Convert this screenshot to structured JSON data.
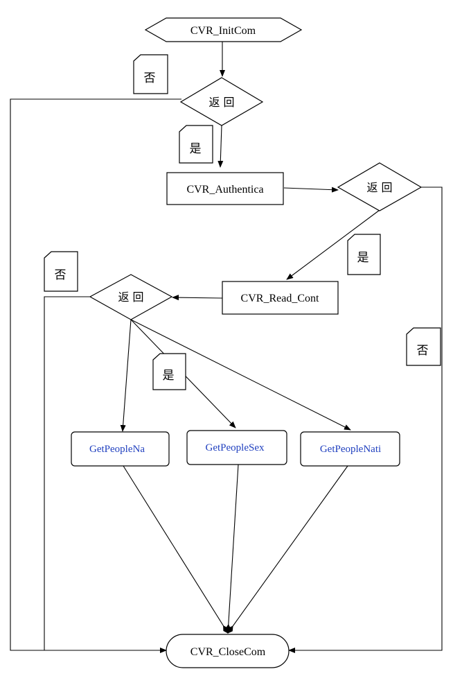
{
  "nodes": {
    "init": "CVR_InitCom",
    "auth": "CVR_Authentica",
    "read": "CVR_Read_Cont",
    "get_name": "GetPeopleNa",
    "get_sex": "GetPeopleSex",
    "get_nation": "GetPeopleNati",
    "close": "CVR_CloseCom"
  },
  "decisions": {
    "d1": "返 回",
    "d2": "返 回",
    "d3": "返 回"
  },
  "notes": {
    "n1_no": "否",
    "n1_yes": "是",
    "n2_yes": "是",
    "n2_no": "否",
    "n3_no": "否",
    "n3_yes": "是"
  },
  "colors": {
    "line": "#000000",
    "getter_text": "#1f3fbf"
  }
}
